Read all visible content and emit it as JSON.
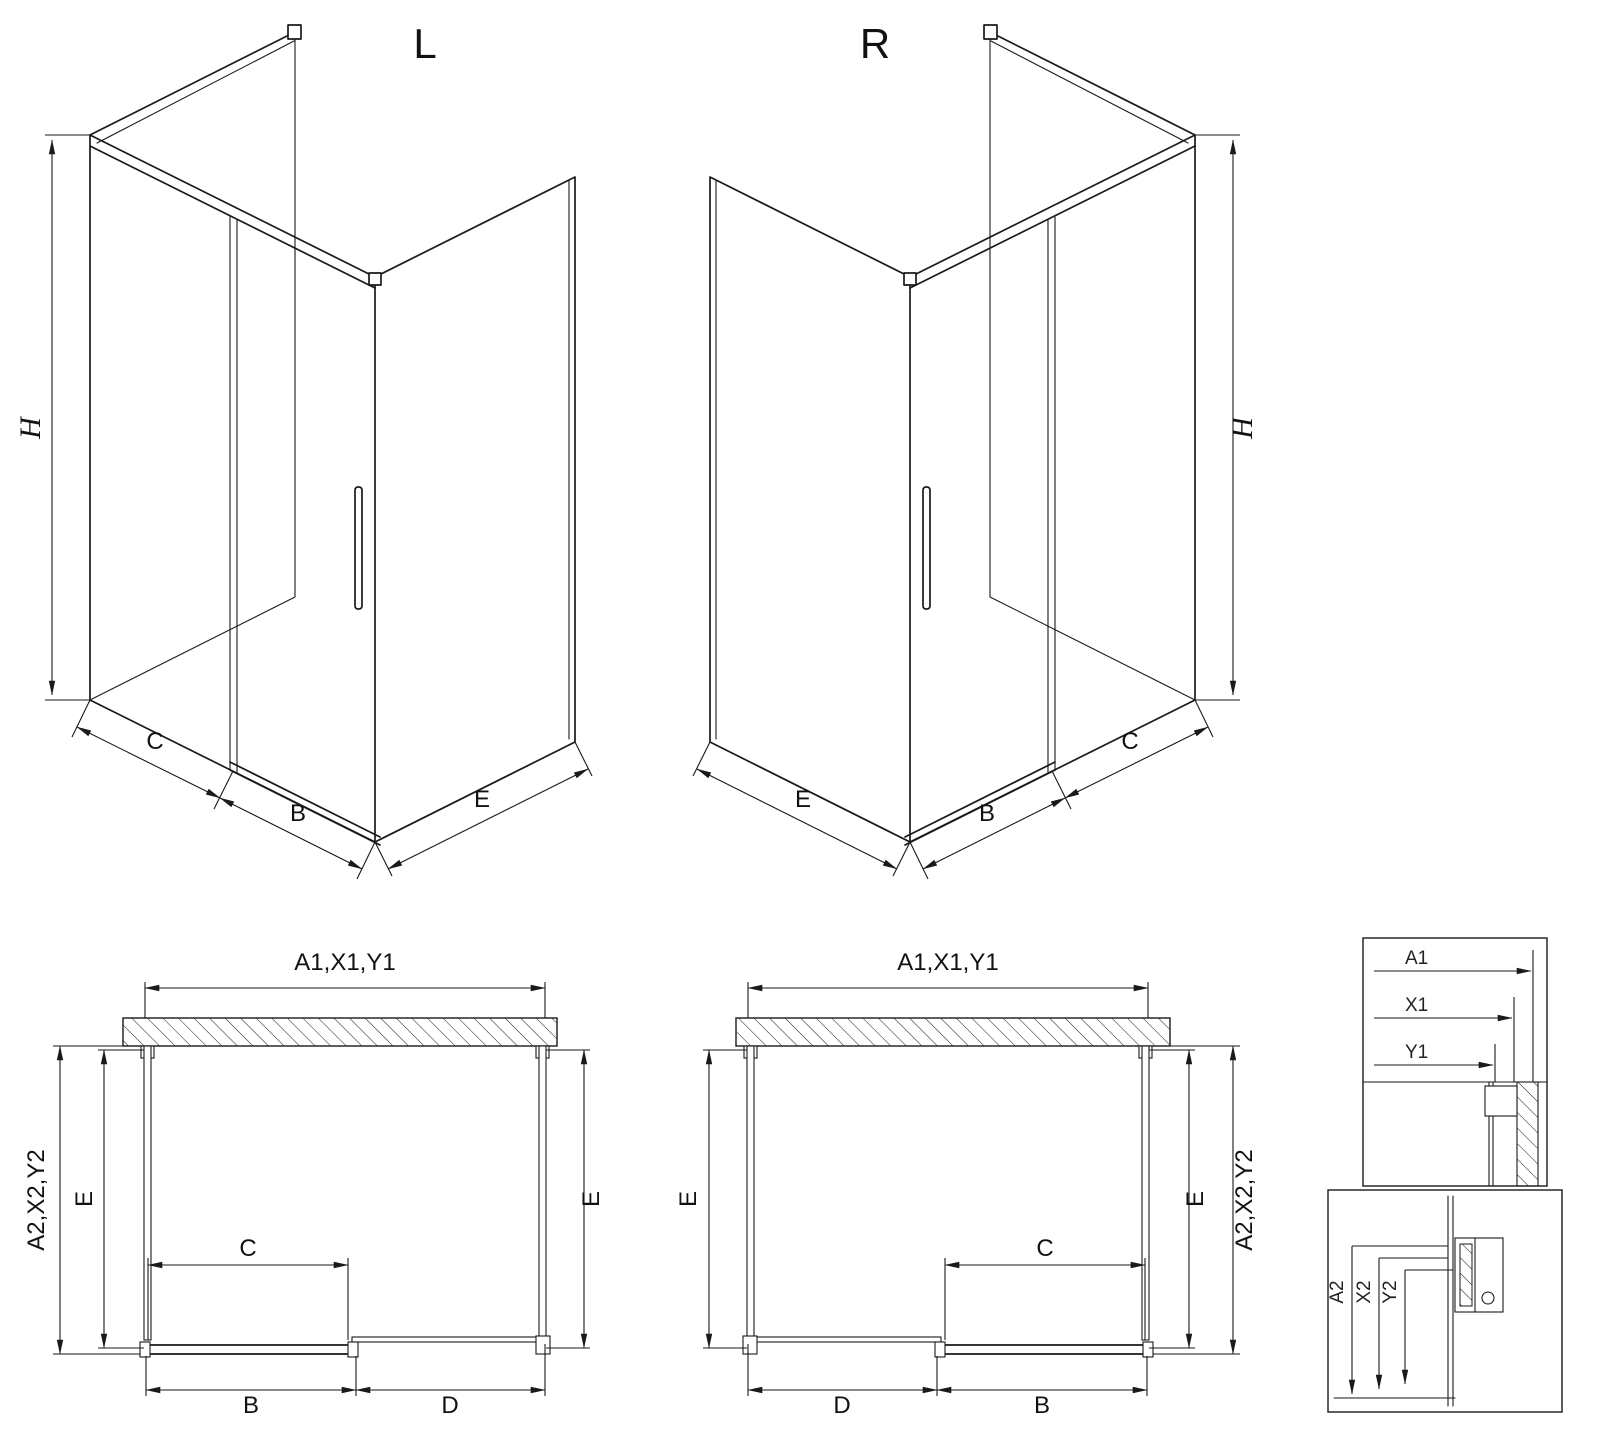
{
  "drawing": {
    "title_left_variant": "L",
    "title_right_variant": "R",
    "colors": {
      "line": "#1a1a1a",
      "background": "#ffffff"
    },
    "iso_left": {
      "height": "H",
      "fixed_width": "C",
      "door_width": "B",
      "side_depth": "E"
    },
    "iso_right": {
      "height": "H",
      "fixed_width": "C",
      "door_width": "B",
      "side_depth": "E"
    },
    "plan_left": {
      "total_width": "A1,X1,Y1",
      "total_depth": "A2,X2,Y2",
      "side_depth_left": "E",
      "side_depth_right": "E",
      "door_panel_width": "C",
      "front_left_segment": "B",
      "front_right_segment": "D"
    },
    "plan_right": {
      "total_width": "A1,X1,Y1",
      "total_depth": "A2,X2,Y2",
      "side_depth_left": "E",
      "side_depth_right": "E",
      "door_panel_width": "C",
      "front_left_segment": "D",
      "front_right_segment": "B"
    },
    "detail_width": {
      "dims": [
        "A1",
        "X1",
        "Y1"
      ]
    },
    "detail_depth": {
      "dims": [
        "A2",
        "X2",
        "Y2"
      ]
    }
  }
}
